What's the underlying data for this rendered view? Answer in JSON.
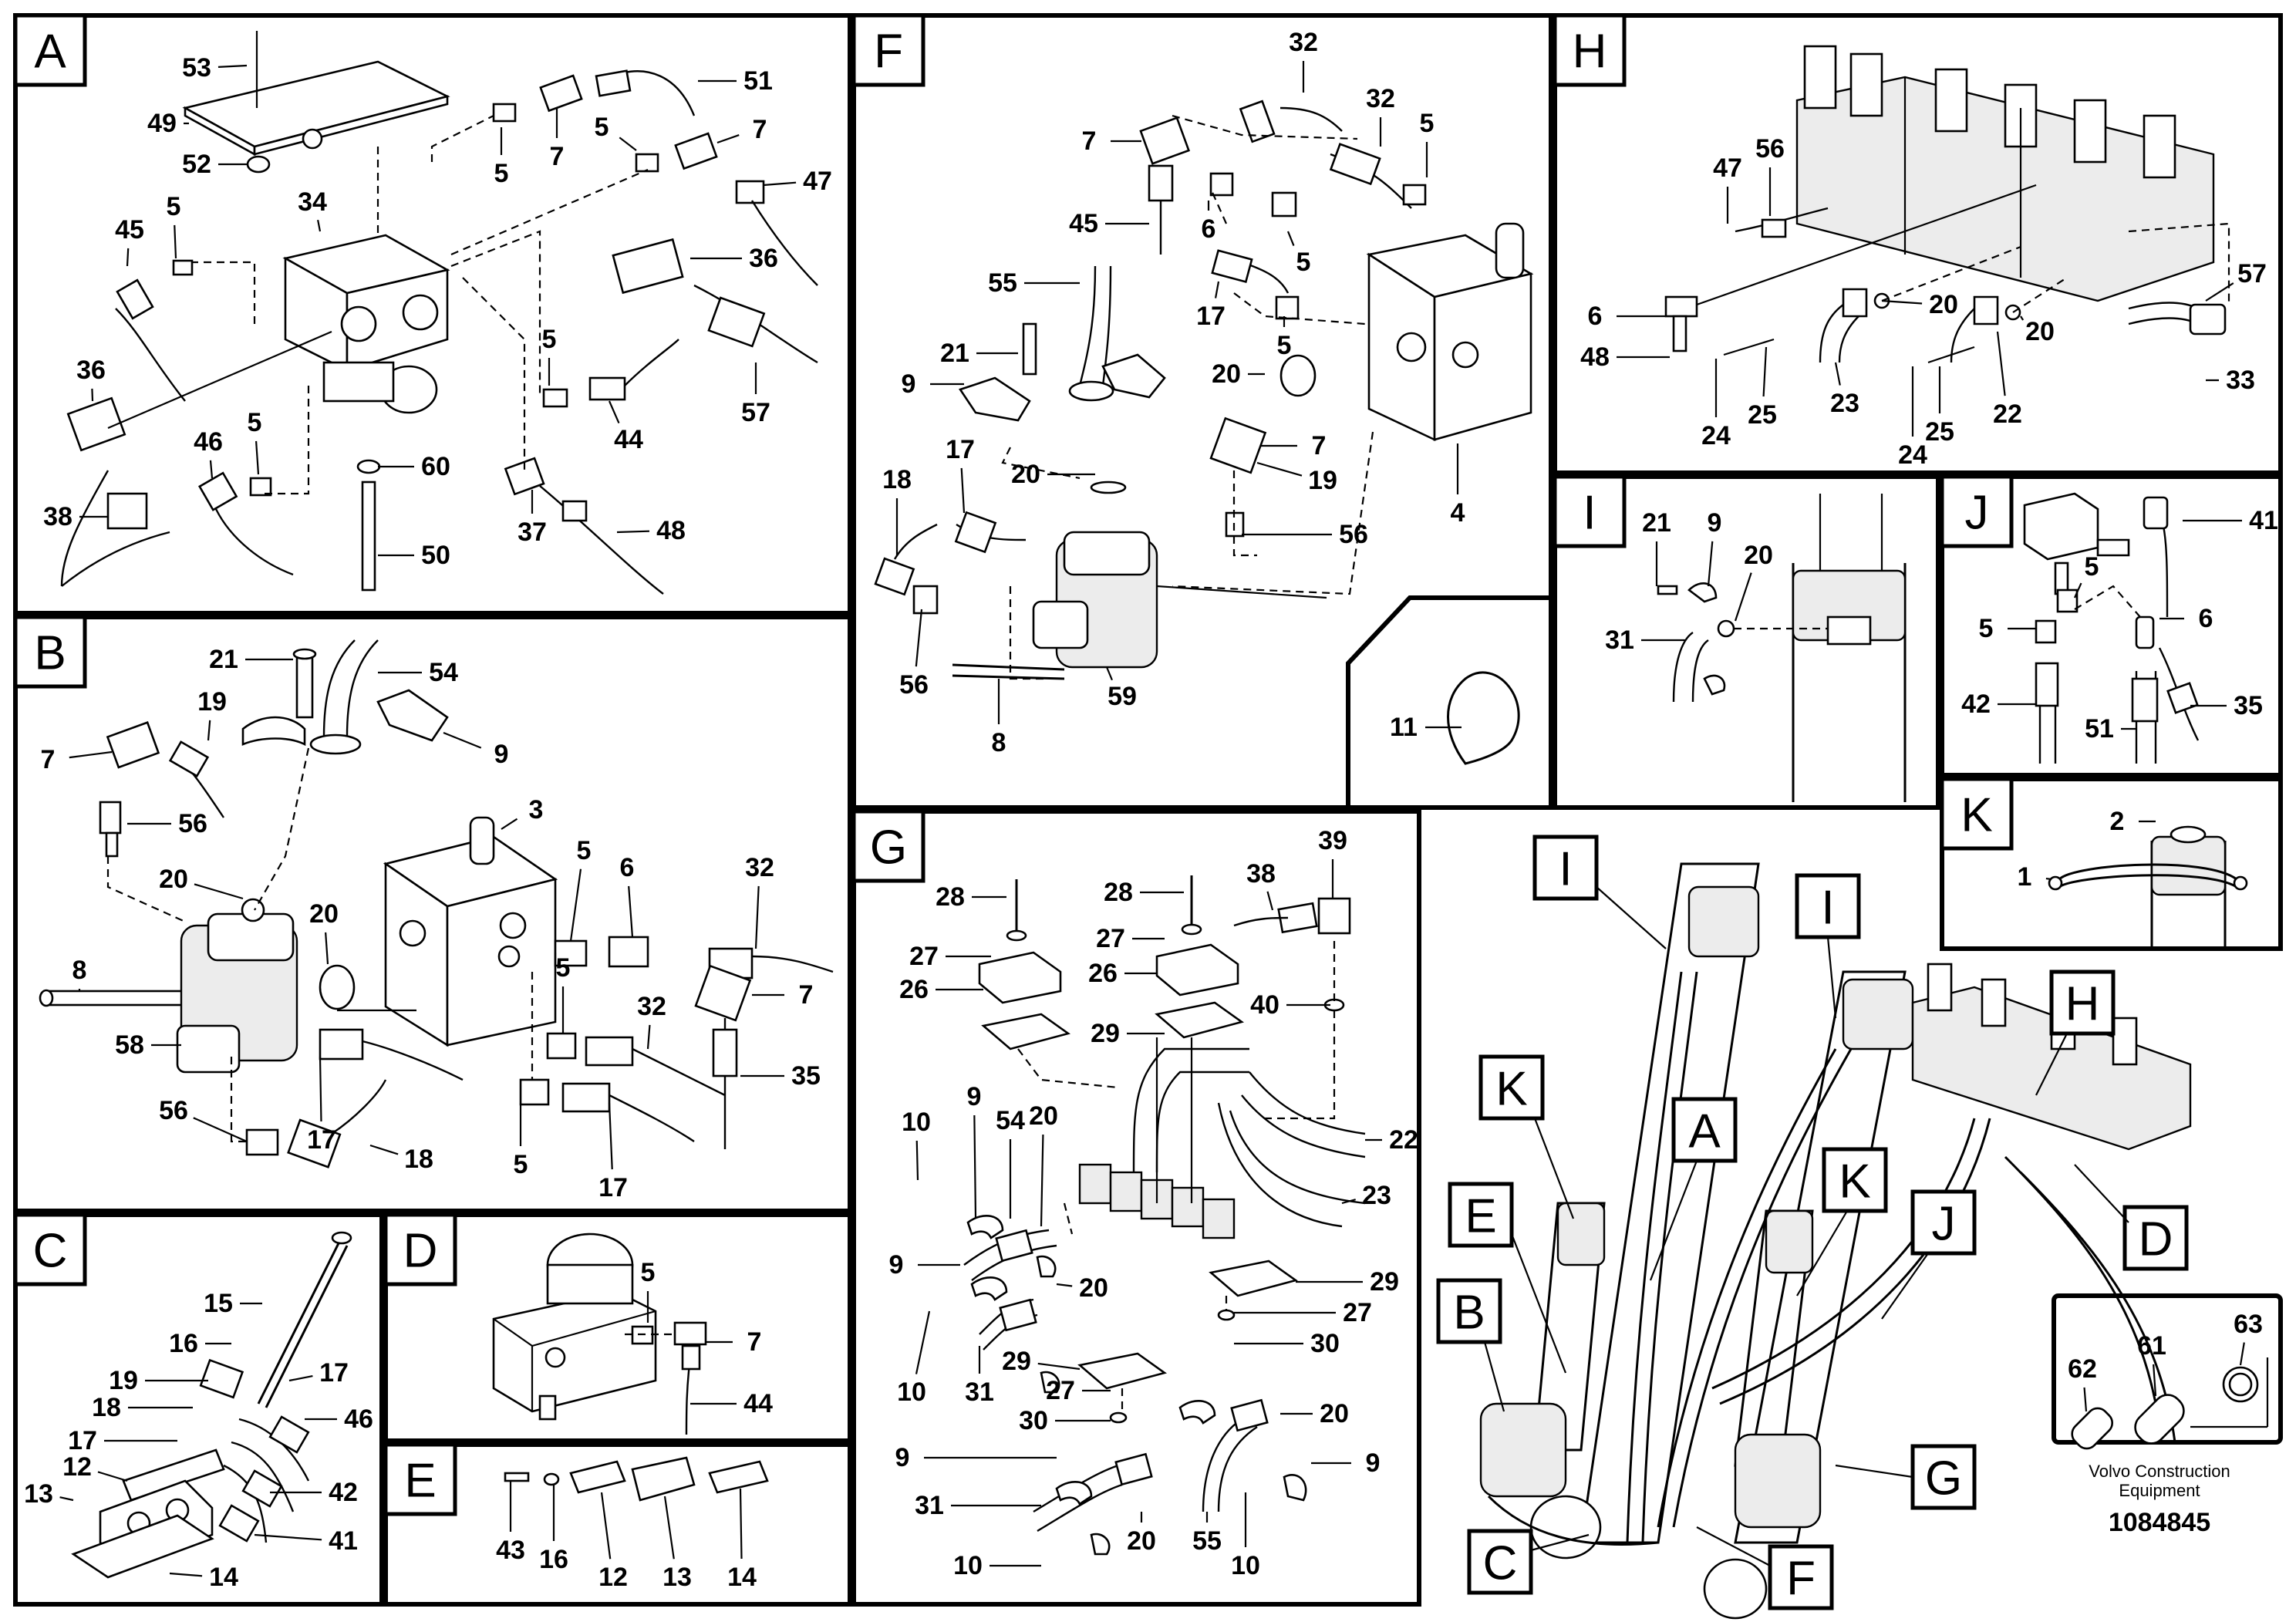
{
  "sections": {
    "A": "A",
    "B": "B",
    "C": "C",
    "D": "D",
    "E": "E",
    "F": "F",
    "G": "G",
    "H": "H",
    "I": "I",
    "J": "J",
    "K": "K"
  },
  "overview_tags": [
    "I",
    "I",
    "H",
    "K",
    "A",
    "K",
    "J",
    "D",
    "E",
    "B",
    "G",
    "C",
    "F"
  ],
  "callouts": {
    "A": [
      "53",
      "49",
      "52",
      "34",
      "45",
      "5",
      "36",
      "38",
      "46",
      "5",
      "60",
      "50",
      "5",
      "7",
      "51",
      "5",
      "7",
      "47",
      "36",
      "57",
      "5",
      "44",
      "37",
      "48"
    ],
    "B": [
      "21",
      "54",
      "19",
      "7",
      "56",
      "9",
      "20",
      "3",
      "8",
      "20",
      "5",
      "6",
      "32",
      "7",
      "58",
      "5",
      "32",
      "35",
      "56",
      "17",
      "18",
      "5",
      "17"
    ],
    "C": [
      "15",
      "16",
      "17",
      "19",
      "18",
      "46",
      "17",
      "12",
      "13",
      "42",
      "41",
      "14"
    ],
    "D": [
      "5",
      "7",
      "44"
    ],
    "E": [
      "43",
      "16",
      "12",
      "13",
      "14"
    ],
    "F": [
      "32",
      "7",
      "32",
      "5",
      "45",
      "6",
      "5",
      "55",
      "17",
      "5",
      "21",
      "9",
      "20",
      "20",
      "7",
      "19",
      "18",
      "17",
      "56",
      "56",
      "8",
      "59",
      "4",
      "11"
    ],
    "G": [
      "28",
      "28",
      "39",
      "38",
      "27",
      "27",
      "26",
      "26",
      "40",
      "29",
      "10",
      "9",
      "54",
      "20",
      "22",
      "23",
      "9",
      "20",
      "29",
      "27",
      "10",
      "31",
      "29",
      "27",
      "30",
      "30",
      "20",
      "9",
      "9",
      "31",
      "20",
      "55",
      "10",
      "10"
    ],
    "H": [
      "47",
      "56",
      "57",
      "6",
      "20",
      "48",
      "20",
      "33",
      "24",
      "25",
      "23",
      "25",
      "22",
      "24"
    ],
    "I": [
      "21",
      "9",
      "20",
      "31"
    ],
    "J": [
      "41",
      "5",
      "5",
      "6",
      "42",
      "51",
      "35"
    ],
    "K": [
      "2",
      "1"
    ],
    "kit": [
      "62",
      "61",
      "63"
    ]
  },
  "footer": {
    "brand_line1": "Volvo Construction",
    "brand_line2": "Equipment",
    "drawing_number": "1084845"
  }
}
